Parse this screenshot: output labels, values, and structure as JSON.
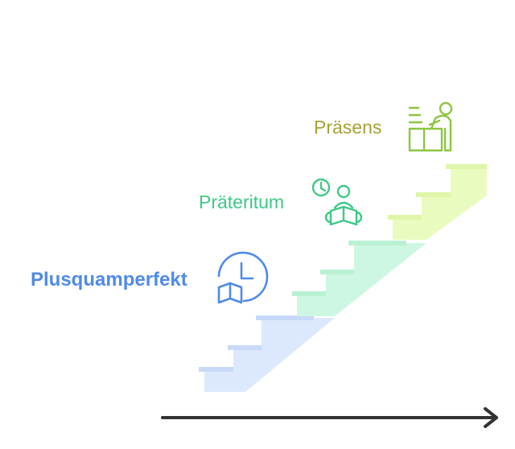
{
  "title": "",
  "colors": {
    "plusquamperfekt": "#4f8ae8",
    "plusquamperfekt_fill": "#dce8fd",
    "praeteritum": "#3ec985",
    "praeteritum_fill": "#cdf7e2",
    "praesens": "#a6a234",
    "praesens_icon": "#8cc63f",
    "praesens_fill": "#eafbbf",
    "arrow": "#333333"
  },
  "stages": [
    {
      "label": "Plusquamperfekt",
      "icon": "clock-book-icon"
    },
    {
      "label": "Präteritum",
      "icon": "person-reading-clock-icon"
    },
    {
      "label": "Präsens",
      "icon": "person-at-desk-icon"
    }
  ],
  "axis": {
    "direction_arrow": "arrow-right-icon"
  }
}
